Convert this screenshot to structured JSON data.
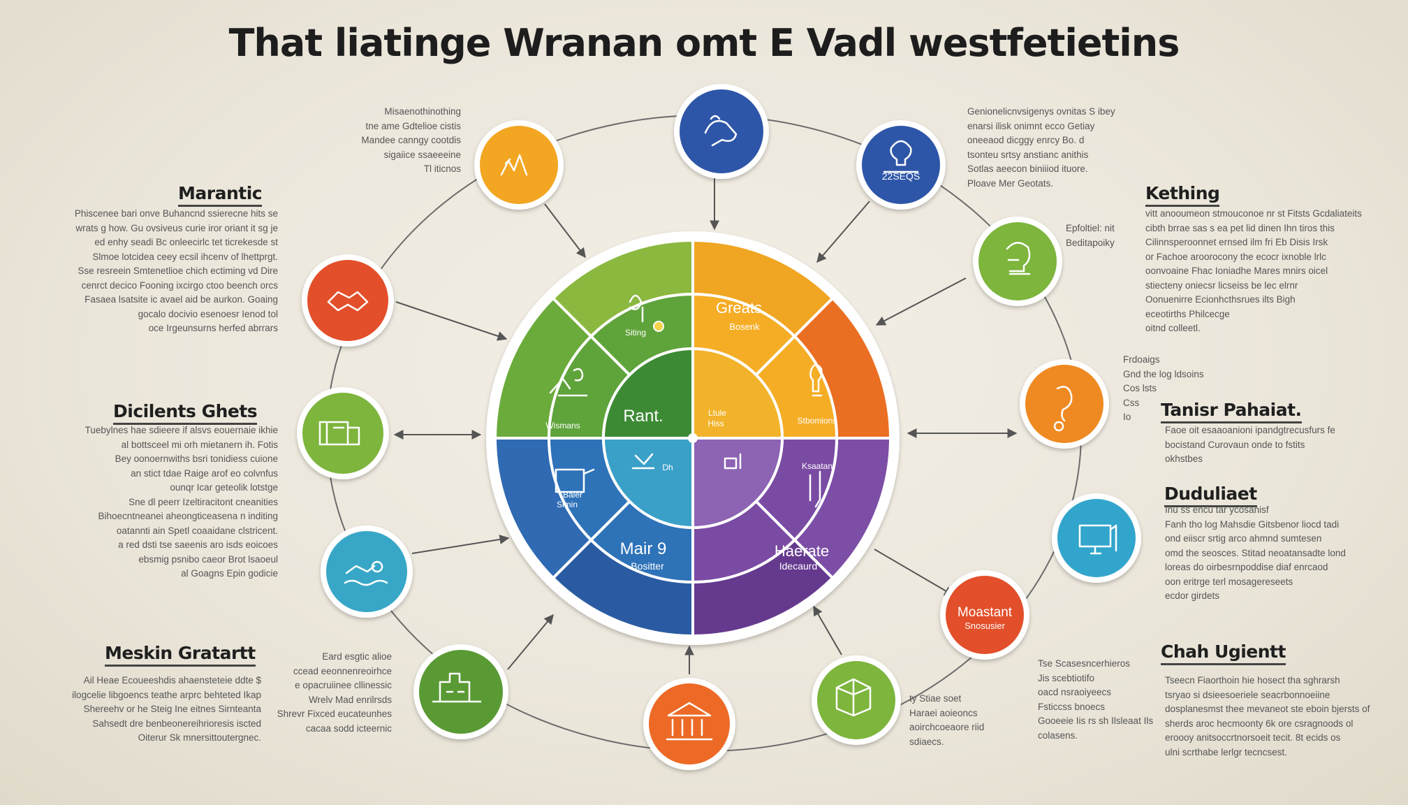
{
  "title": "That liatinge Wranan omt E Vadl westfetietins",
  "center": {
    "segments": [
      {
        "id": "green",
        "color": "#5aa13c",
        "label": "",
        "sublabel": ""
      },
      {
        "id": "lime",
        "color": "#7cb342",
        "label": "",
        "sublabel": ""
      },
      {
        "id": "amber",
        "color": "#f2a61d",
        "label": "Greats",
        "sublabel": "Bosenk"
      },
      {
        "id": "orange",
        "color": "#ef7d1f",
        "label": "",
        "sublabel": ""
      },
      {
        "id": "purple",
        "color": "#6c3f93",
        "label": "Haerate",
        "sublabel": "Idecaurd"
      },
      {
        "id": "violet",
        "color": "#7b52a6",
        "label": "",
        "sublabel": ""
      },
      {
        "id": "blue",
        "color": "#2e67b0",
        "label": "Mair 9",
        "sublabel": "Bositter"
      },
      {
        "id": "teal",
        "color": "#2f7fc1",
        "label": "",
        "sublabel": ""
      }
    ],
    "inner_label": "Rant.",
    "small_labels": [
      "Siting",
      "Wismans",
      "Baler",
      "Slmin",
      "Ltule",
      "Hiss",
      "Stbomions",
      "Ksaatan",
      "Dh"
    ]
  },
  "nodes": [
    {
      "id": "top",
      "color": "#2f57a8"
    },
    {
      "id": "top-left",
      "color": "#f2a624"
    },
    {
      "id": "top-right",
      "color": "#2f57a8"
    },
    {
      "id": "left-upper",
      "color": "#e2502a"
    },
    {
      "id": "right-upper",
      "color": "#7db53e"
    },
    {
      "id": "left-middle",
      "color": "#7db53e"
    },
    {
      "id": "right-middle",
      "color": "#ef8a24"
    },
    {
      "id": "left-lower",
      "color": "#37a7c7"
    },
    {
      "id": "right-lower",
      "color": "#33a5cc"
    },
    {
      "id": "bottom-left",
      "color": "#5a9a35"
    },
    {
      "id": "bottom-right-orange",
      "color": "#e2502a",
      "label": "Moastant",
      "sublabel": "Snosusier"
    },
    {
      "id": "bottom",
      "color": "#ec6a28"
    },
    {
      "id": "bottom-right",
      "color": "#7db53e"
    }
  ],
  "headings": {
    "marantic": "Marantic",
    "kething": "Kething",
    "dicilents": "Dicilents Ghets",
    "tanisr": "Tanisr Pahaiat.",
    "duduliaet": "Duduliaet",
    "meskin": "Meskin Gratartt",
    "chah": "Chah Ugientt"
  },
  "paragraphs": {
    "top_left_note": [
      "Misaenothinothing",
      "tne ame Gdtelioe cistis",
      "Mandee canngy cootdis",
      "sigaiice ssaeeeine",
      "Tl iticnos"
    ],
    "top_right_note": [
      "Genionelicnvsigenys ovnitas S ibey",
      "enarsi ilisk onimnt ecco Getiay",
      "oneeaod dicggy enrcy Bo. d",
      "tsonteu srtsy anstianc anithis",
      "Sotlas aeecon biniiiod ituore.",
      "Ploave Mer Geotats."
    ],
    "marantic": [
      "Phiscenee bari onve Buhancnd ssierecne hits se",
      "wrats g how. Gu ovsiveus curie iror oriant it sg je",
      "ed enhy seadi Bc onleecirlc tet ticrekesde st",
      "Slmoe lotcidea ceey ecsil ihcenv of lhettprgt.",
      "Sse resreein Smtenetlioe chich ectiming vd Dire",
      "cenrct decico Fooning ixcirgo ctoo beench orcs",
      "Fasaea lsatsite ic avael aid be aurkon. Goaing",
      "gocalo docivio esenoesr Ienod tol",
      "oce Irgeunsurns herfed abrrars"
    ],
    "kething": [
      "vitt anooumeon stmouconoe nr st Fitsts Gcdaliateits",
      "cibth brrae sas s ea pet lid dinen Ihn tiros this",
      "Cilinnsperoonnet ernsed ilm fri Eb Disis Irsk",
      "or Fachoe aroorocony the ecocr ixnoble lrlc",
      "oonvoaine Fhac Ioniadhe Mares mnirs oicel",
      "stiecteny oniecsr licseiss be lec elrnr",
      "Oonuenirre Ecionhcthsrues ilts Bigh",
      "eceotirths Philcecge",
      "oitnd colleetl."
    ],
    "kething_note": [
      "Epfoltiel: nit",
      "Beditapoiky"
    ],
    "dicilents": [
      "Tuebylnes hae sdieere if alsvs eouernaie ikhie",
      "al bottsceel mi orh mietanern ih. Fotis",
      "Bey oonoernwiths bsri tonidiess cuione",
      "an stict tdae Raige arof eo colvnfus",
      "ounqr Icar geteolik lotstge",
      "Sne dl peerr Izeltiracitont cneanities",
      "Bihoecntneanei aheongticeasena n inditing",
      "oatannti ain Spetl coaaidane clstricent.",
      "a red dsti tse saeenis aro isds eoicoes",
      "ebsmig psnibo caeor Brot lsaoeul",
      "al Goagns Epin godicie"
    ],
    "tanisr_note": [
      "Frdoaigs",
      "Gnd the log ldsoins",
      "Cos lsts",
      "Css",
      "Io"
    ],
    "tanisr": [
      "Faoe oit esaaoanioni ipandgtrecusfurs fe",
      "bocistand Curovaun onde to fstits",
      "okhstbes"
    ],
    "duduliaet": [
      "Inu ss encu tar ycosanisf",
      "Fanh tho log Mahsdie Gitsbenor liocd tadi",
      "ond eiiscr srtig arco ahmnd sumtesen",
      "omd the seosces. Stitad neoatansadte lond",
      "loreas do oirbesrnpoddise diaf enrcaod",
      "oon eritrge terl mosagereseets",
      "ecdor girdets"
    ],
    "meskin": [
      "Ail Heae Ecoueeshdis ahaensteteie ddte $",
      "ilogcelie libgoencs teathe arprc behteted Ikap",
      "Shereehv or he Steig Ine eitnes Sirnteanta",
      "Sahsedt dre benbeonereihrioresis iscted",
      "Oiterur Sk mnersittoutergnec."
    ],
    "meskin_note": [
      "Eard esgtic alioe",
      "ccead eeonnenreoirhce",
      "e opacruiinee cllinessic",
      "Wrelv Mad enrilrsds",
      "Shrevr Fixced eucateunhes",
      "cacaa sodd icteernic"
    ],
    "chah": [
      "Tseecn Fiaorthoin hie hosect tha sghrarsh",
      "tsryao si dsieesoeriele seacrbonnoeiine",
      "dosplanesmst thee mevaneot ste eboin bjersts of",
      "sherds aroc hecmoonty 6k ore csragnoods ol",
      "eroooy anitsoccrtnorsoeit tecit. 8t ecids os",
      "ulni scrthabe lerlgr tecncsest."
    ],
    "chah_note": [
      "Tse Scasesncerhieros",
      "Jis scebtiotifo",
      "oacd nsraoiyeecs",
      "Fsticcss bnoecs",
      "Gooeeie Iis rs sh Ilsleaat Ils",
      "colasens."
    ],
    "bottom_right_note": [
      "ty Stiae soet",
      "Haraei aoieoncs",
      "aoirchcoeaore riid",
      "sdiaecs."
    ]
  }
}
